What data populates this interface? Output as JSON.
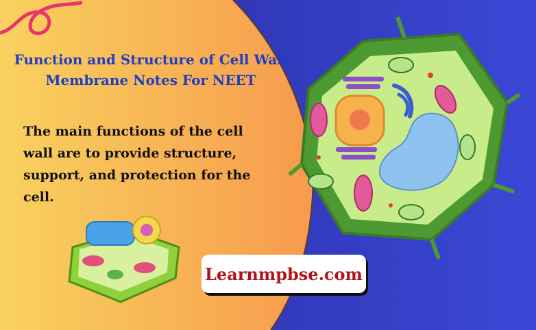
{
  "title": {
    "line1": "Function and Structure of Cell Wall",
    "line2": "Membrane Notes For NEET"
  },
  "body": {
    "text": "The main functions of the cell wall are to provide structure, support, and protection for the cell."
  },
  "brand": {
    "label": "Learnmpbse.com"
  },
  "colors": {
    "title": "#1f3fbf",
    "brand_text": "#b0141b",
    "left_panel_start": "#f9d25f",
    "left_panel_end": "#f79a4d",
    "right_panel": "#3036b5"
  },
  "icons": {
    "decor": "pink-squiggle-icon",
    "illustration_main": "plant-cell-diagram-icon",
    "illustration_small": "cell-3d-illustration-icon"
  }
}
